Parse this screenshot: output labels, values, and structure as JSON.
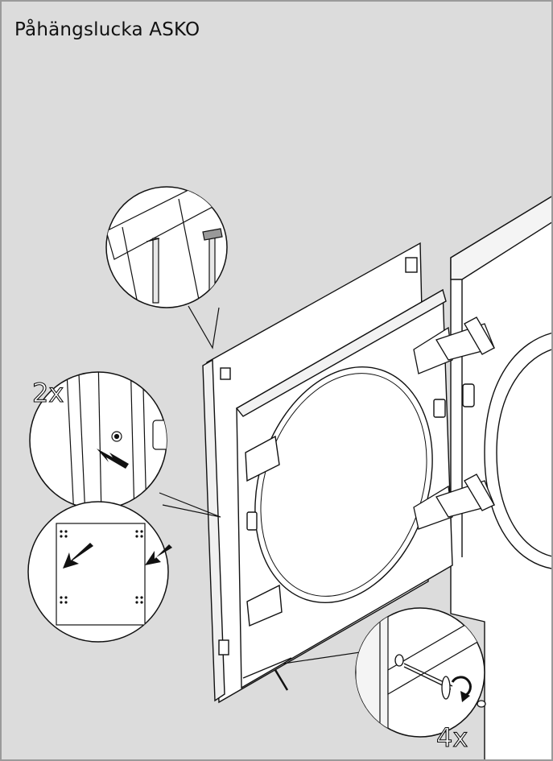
{
  "title": "Påhängslucka ASKO",
  "callouts": {
    "hinge_pin_count": "2x",
    "screw_count": "4x"
  },
  "colors": {
    "background": "#dcdcdc",
    "panel": "#ffffff",
    "line": "#111111",
    "frame_border": "#9a9a9a"
  },
  "icons": [
    "arrow-icon",
    "rotate-arrow-icon",
    "screw-icon",
    "hinge-icon"
  ]
}
